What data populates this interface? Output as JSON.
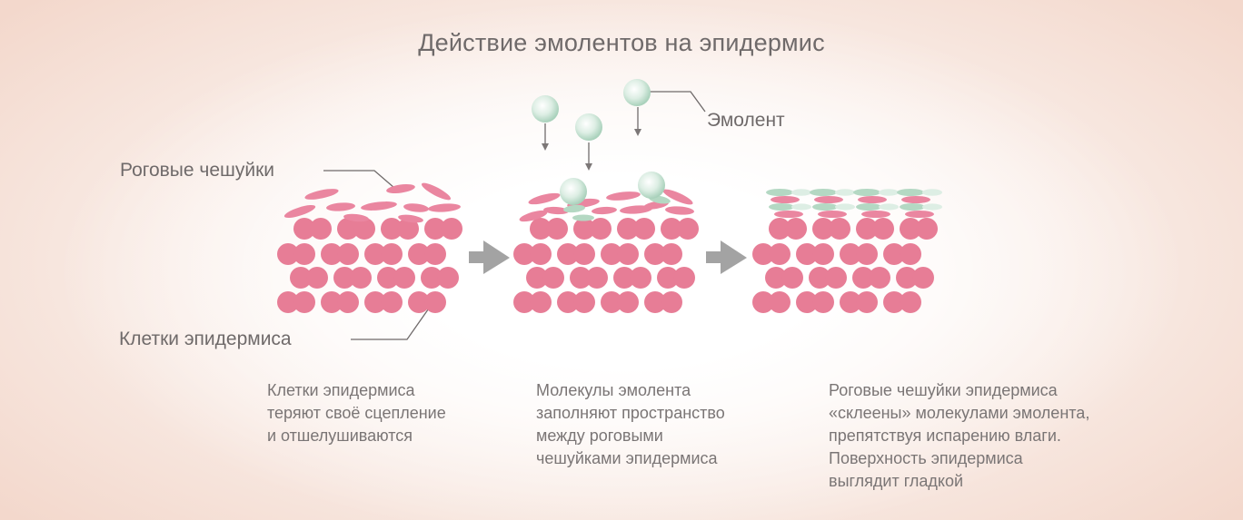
{
  "title": "Действие эмолентов на эпидермис",
  "labels": {
    "scales": "Роговые чешуйки",
    "cells": "Клетки эпидермиса",
    "emollient": "Эмолент"
  },
  "captions": {
    "stage1": [
      "Клетки эпидермиса",
      "теряют своё сцепление",
      "и отшелушиваются"
    ],
    "stage2": [
      "Молекулы эмолента",
      "заполняют пространство",
      "между роговыми",
      "чешуйками эпидермиса"
    ],
    "stage3": [
      "Роговые чешуйки эпидермиса",
      "«склеены» молекулами эмолента,",
      "препятствуя испарению влаги.",
      "Поверхность эпидермиса",
      "выглядит гладкой"
    ]
  },
  "colors": {
    "cell": "#e77d96",
    "scale": "#ea86a0",
    "emollient_light": "#ddeee4",
    "emollient_dark": "#b4d8c3",
    "arrow": "#a3a3a3",
    "text": "#6f6a6a"
  }
}
